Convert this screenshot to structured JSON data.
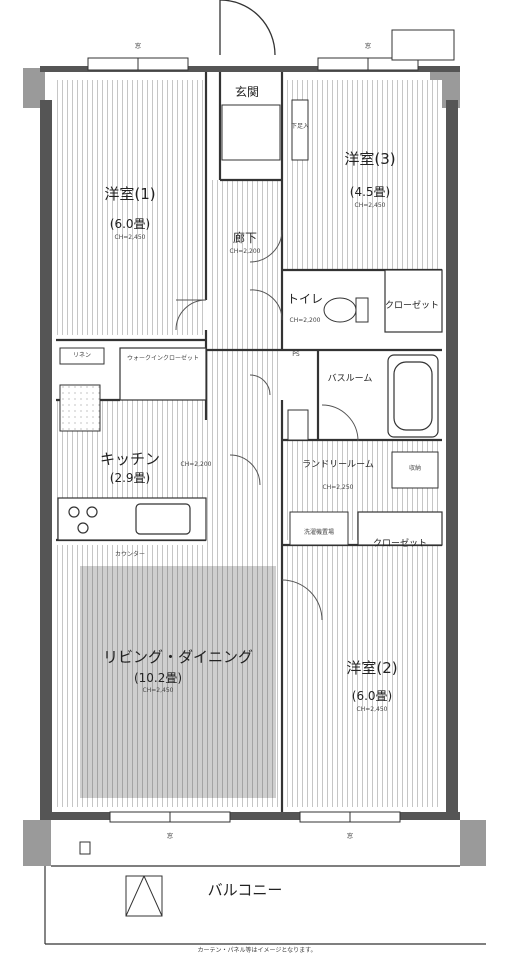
{
  "rooms": {
    "western1": {
      "name": "洋室(1)",
      "size": "(6.0畳)",
      "note": "CH=2,450"
    },
    "western3": {
      "name": "洋室(3)",
      "size": "(4.5畳)",
      "note": "CH=2,450"
    },
    "western2": {
      "name": "洋室(2)",
      "size": "(6.0畳)",
      "note": "CH=2,450"
    },
    "entrance": {
      "name": "玄関"
    },
    "hallway": {
      "name": "廊下",
      "note": "CH=2,200"
    },
    "toilet": {
      "name": "トイレ",
      "note": "CH=2,200"
    },
    "bathroom": {
      "name": "バスルーム"
    },
    "laundry": {
      "name": "ランドリールーム",
      "note": "CH=2,250"
    },
    "kitchen": {
      "name": "キッチン",
      "size": "(2.9畳)",
      "note": "CH=2,200"
    },
    "living": {
      "name": "リビング・ダイニング",
      "size": "(10.2畳)",
      "note": "CH=2,450"
    },
    "balcony": {
      "name": "バルコニー"
    }
  },
  "storage": {
    "closet_right": "クローゼット",
    "closet_lower": "クローゼット",
    "walkin": "ウォークインクローゼット",
    "counter": "カウンター",
    "linen": "リネン",
    "storage_box": "収納",
    "shoe_box": "下足入",
    "ps": "PS",
    "wash": "洗濯機置場"
  },
  "windows": {
    "w1": "窓",
    "w3": "窓",
    "w_bottom_left": "窓",
    "w_bottom_right": "窓"
  },
  "footer": {
    "note": "カーテン・パネル等はイメージとなります。"
  }
}
